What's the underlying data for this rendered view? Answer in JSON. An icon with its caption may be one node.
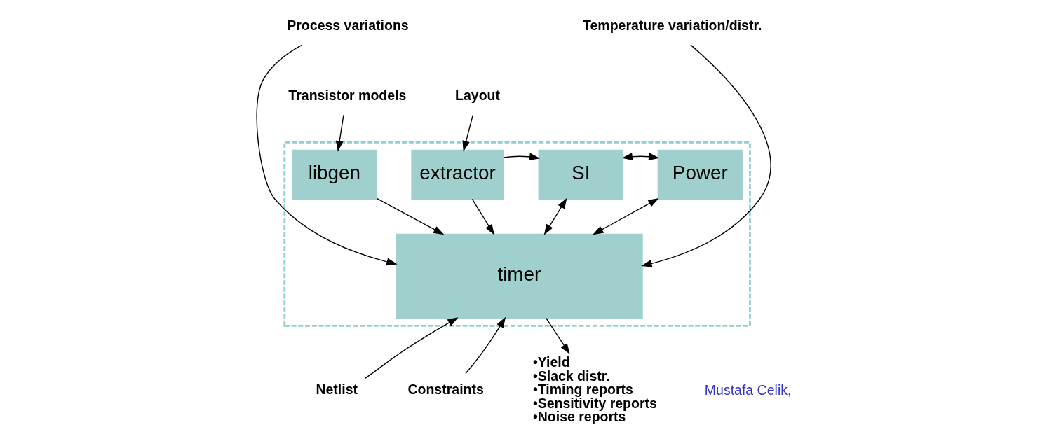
{
  "diagram": {
    "nodes": [
      {
        "text": [],
        "shape": "box"
      },
      {
        "text": [
          "libgen"
        ],
        "in": 0
      },
      {
        "text": [
          "extractor"
        ],
        "in": 0
      },
      {
        "text": [
          "SI"
        ],
        "in": 0
      },
      {
        "text": [
          "Power"
        ],
        "in": 0
      },
      {
        "text": [
          "timer"
        ],
        "in": 0
      },
      {
        "text": [
          "Transistor models"
        ]
      },
      {
        "text": [
          "Layout"
        ]
      },
      {
        "text": [
          "Process variations"
        ]
      },
      {
        "text": [
          "Temperature variation/distr."
        ]
      },
      {
        "text": [
          "Netlist"
        ]
      },
      {
        "text": [
          "Constraints"
        ]
      },
      {
        "text": [
          "•Yield",
          "•Slack distr.",
          "•Timing reports",
          "•Sensitivity reports",
          "•Noise reports"
        ]
      }
    ],
    "edges": [
      {
        "from": 6,
        "to": 1,
        "arrow": "to"
      },
      {
        "from": 7,
        "to": 2,
        "arrow": "to"
      },
      {
        "from": 2,
        "to": 3,
        "arrow": "to"
      },
      {
        "from": 3,
        "to": 4,
        "arrow": "both"
      },
      {
        "from": 1,
        "to": 5,
        "arrow": "to"
      },
      {
        "from": 2,
        "to": 5,
        "arrow": "to"
      },
      {
        "from": 3,
        "to": 5,
        "arrow": "both"
      },
      {
        "from": 4,
        "to": 5,
        "arrow": "both"
      },
      {
        "from": 8,
        "to": 5,
        "arrow": "to"
      },
      {
        "from": 9,
        "to": 5,
        "arrow": "to"
      },
      {
        "from": 10,
        "to": 5,
        "arrow": "to"
      },
      {
        "from": 11,
        "to": 5,
        "arrow": "to"
      },
      {
        "from": 5,
        "to": 12,
        "arrow": "to"
      }
    ],
    "labels": [
      "Mustafa Celik,"
    ]
  }
}
